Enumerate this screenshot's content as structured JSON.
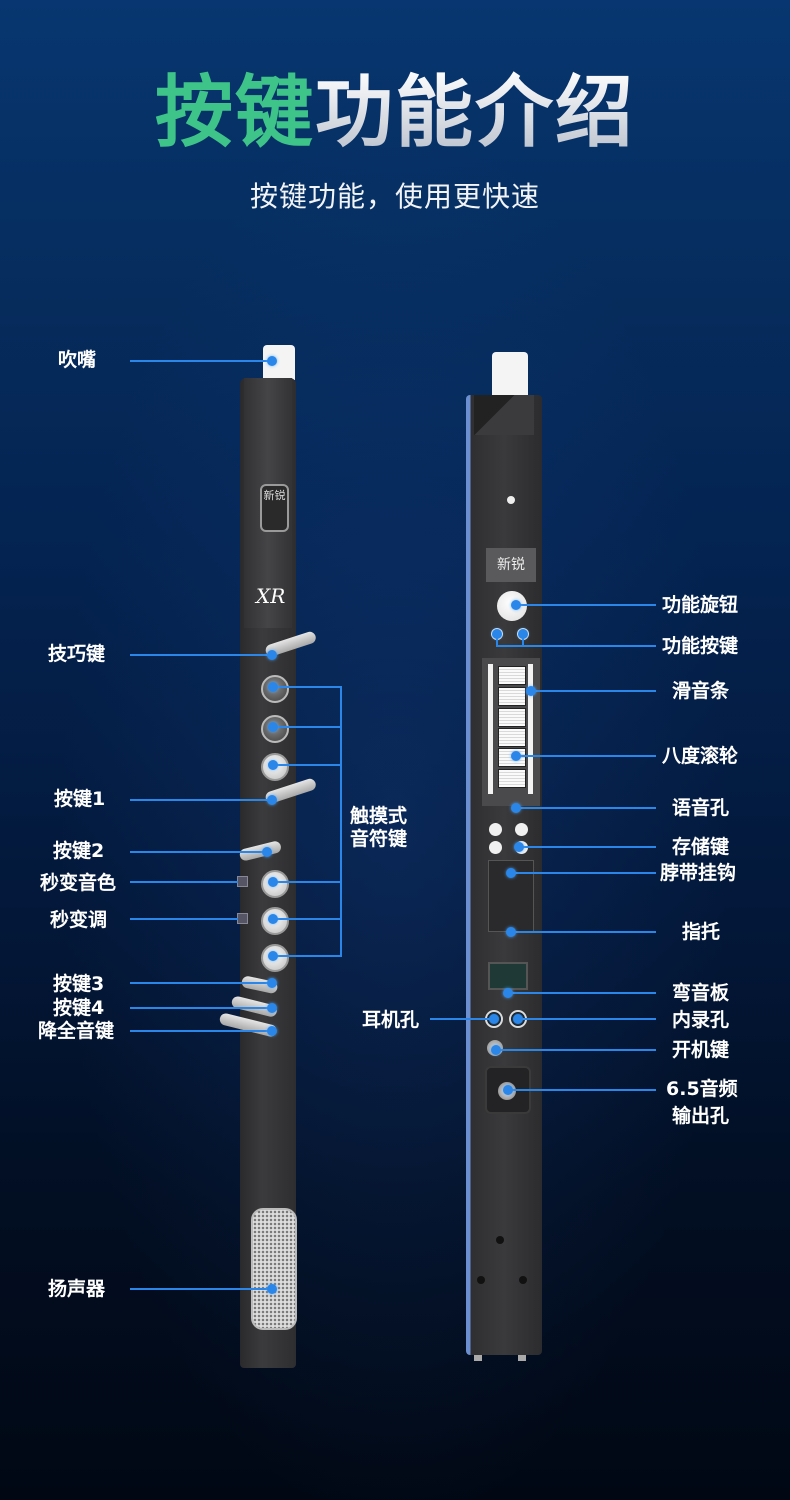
{
  "header": {
    "title_highlight": "按键",
    "title_rest": "功能介绍",
    "subtitle": "按键功能，使用更快速"
  },
  "colors": {
    "accent_green": "#3ec489",
    "callout_blue": "#2a86e8",
    "background_top": "#073670",
    "background_bottom": "#010814"
  },
  "front_view": {
    "badge_text": "新锐",
    "logo_text": "XR",
    "labels": {
      "mouthpiece": "吹嘴",
      "technique_key": "技巧键",
      "key1": "按键1",
      "key2": "按键2",
      "instant_timbre": "秒变音色",
      "instant_key": "秒变调",
      "key3": "按键3",
      "key4": "按键4",
      "flat_key": "降全音键",
      "touch_keys_line1": "触摸式",
      "touch_keys_line2": "音符键",
      "speaker": "扬声器"
    }
  },
  "back_view": {
    "badge_text": "新锐",
    "labels": {
      "function_knob": "功能旋钮",
      "function_buttons": "功能按键",
      "slide_bar": "滑音条",
      "octave_wheel": "八度滚轮",
      "voice_hole": "语音孔",
      "save_key": "存储键",
      "neck_strap_hook": "脖带挂钩",
      "thumb_rest": "指托",
      "pitch_bend": "弯音板",
      "headphone_jack": "耳机孔",
      "internal_record": "内录孔",
      "power_key": "开机键",
      "audio_out_line1": "6.5音频",
      "audio_out_line2": "输出孔"
    }
  }
}
